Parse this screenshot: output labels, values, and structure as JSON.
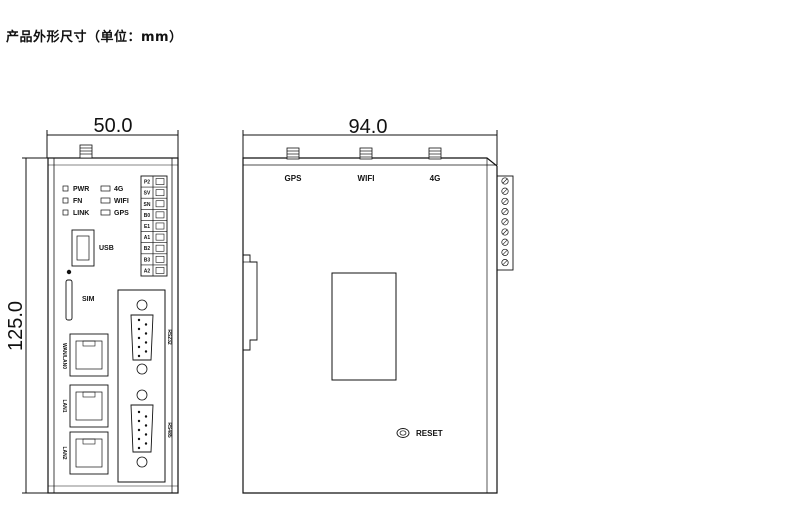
{
  "title": "产品外形尺寸（单位：mm）",
  "dimensions": {
    "front_width": "50.0",
    "side_width": "94.0",
    "height": "125.0"
  },
  "front_panel": {
    "leds": [
      "PWR",
      "FN",
      "LINK",
      "4G",
      "WIFI",
      "GPS"
    ],
    "terminal_pins": [
      "P2",
      "SV",
      "SN",
      "B0",
      "E1",
      "A1",
      "B2",
      "B3",
      "A2"
    ],
    "usb_label": "USB",
    "sim_label": "SIM",
    "ports": [
      "WAN/LAN0",
      "LAN1",
      "LAN2"
    ],
    "serial_ports": [
      "RS232",
      "RS485"
    ]
  },
  "side_panel": {
    "antennas": [
      "GPS",
      "WIFI",
      "4G"
    ],
    "reset_label": "RESET"
  }
}
